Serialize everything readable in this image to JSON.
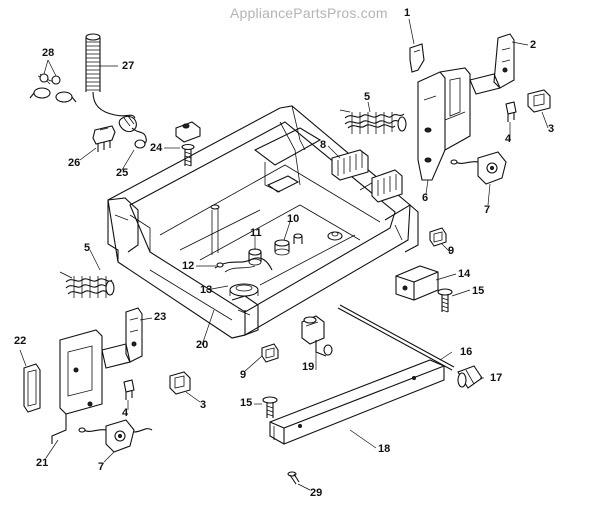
{
  "watermark": "AppliancePartsPros.com",
  "callouts": {
    "c1": "1",
    "c2": "2",
    "c3a": "3",
    "c3b": "3",
    "c4a": "4",
    "c4b": "4",
    "c5a": "5",
    "c5b": "5",
    "c6": "6",
    "c7a": "7",
    "c7b": "7",
    "c8": "8",
    "c9a": "9",
    "c9b": "9",
    "c10": "10",
    "c11": "11",
    "c12": "12",
    "c13": "13",
    "c14": "14",
    "c15a": "15",
    "c15b": "15",
    "c16": "16",
    "c17": "17",
    "c18": "18",
    "c19": "19",
    "c20": "20",
    "c21": "21",
    "c22": "22",
    "c23": "23",
    "c24": "24",
    "c25": "25",
    "c26": "26",
    "c27": "27",
    "c28": "28",
    "c29": "29"
  }
}
